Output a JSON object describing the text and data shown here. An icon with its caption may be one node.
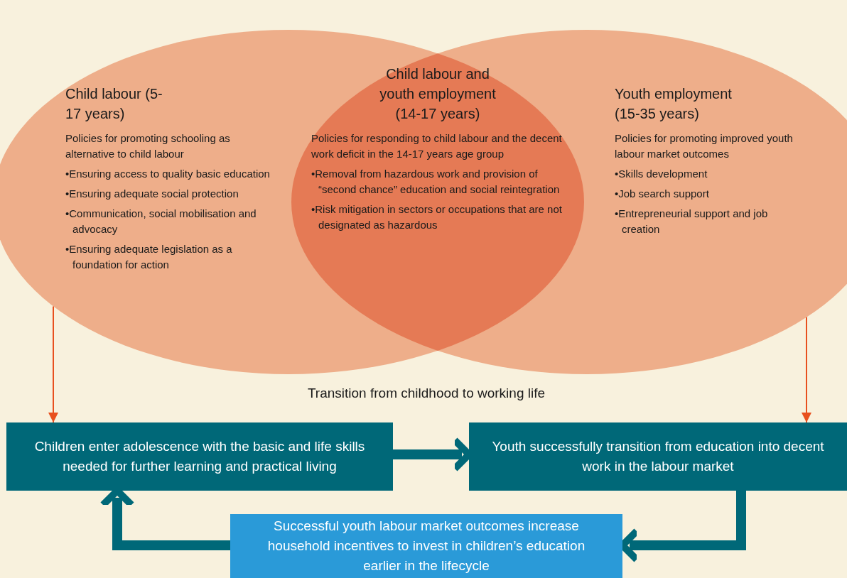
{
  "diagram": {
    "nodes": [
      {
        "text": [
          "Child labour (5-17 years)",
          "Policies for promoting schooling as alternative to child labour",
          "•Ensuring access to quality basic education",
          "•Ensuring adequate social protection",
          "•Communication, social mobilisation and advocacy",
          "•Ensuring adequate legislation as a foundation for action"
        ]
      },
      {
        "text": [
          "Child labour and youth employment (14-17 years)",
          "Policies for responding to child labour and the decent work deficit in the 14-17 years age group",
          "•Removal from hazardous work and provision of “second chance” education and social reintegration",
          "•Risk mitigation in sectors or occupations that are not designated as hazardous"
        ]
      },
      {
        "text": [
          "Youth employment (15-35 years)",
          "Policies for promoting improved youth labour market outcomes",
          "•Skills development",
          "•Job search support",
          "•Entrepreneurial support and job creation"
        ]
      },
      {
        "text": [
          "Children enter adolescence with the basic and life skills needed for further learning and practical living"
        ]
      },
      {
        "text": [
          "Youth successfully transition from education into decent work in the labour market"
        ]
      },
      {
        "text": [
          "Successful youth labour market outcomes increase household incentives to invest in children’s education earlier in the lifecycle"
        ]
      }
    ],
    "edges": [
      {
        "from": 0,
        "to": 3,
        "arrow": "to",
        "color": "#e8501e"
      },
      {
        "from": 2,
        "to": 4,
        "arrow": "to",
        "color": "#e8501e"
      },
      {
        "from": 3,
        "to": 4,
        "arrow": "to"
      },
      {
        "from": 4,
        "to": 5,
        "arrow": "to"
      },
      {
        "from": 5,
        "to": 3,
        "arrow": "to"
      }
    ],
    "labels": [
      "Transition from childhood to working life"
    ]
  }
}
